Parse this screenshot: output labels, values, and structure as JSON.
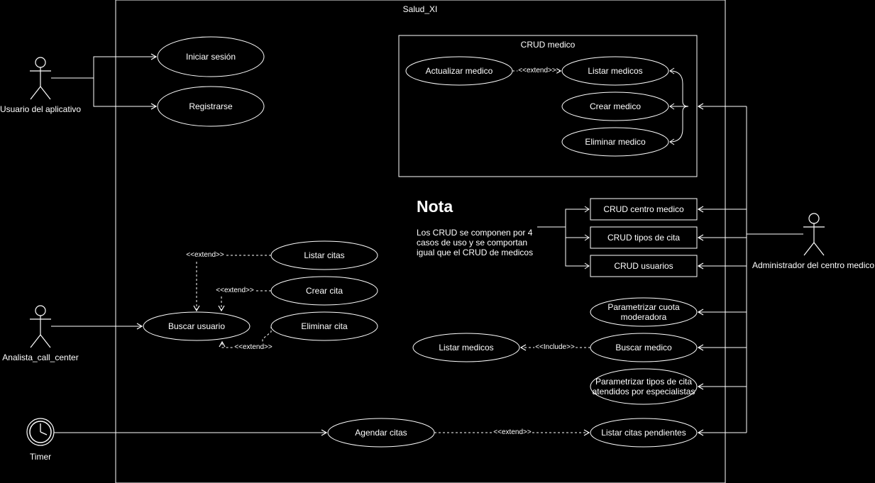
{
  "system": {
    "title": "Salud_XI"
  },
  "package": {
    "title": "CRUD medico"
  },
  "actors": {
    "usuario": "Usuario del aplicativo",
    "analista": "Analista_call_center",
    "timer": "Timer",
    "admin": "Administrador del centro medico"
  },
  "use_cases": {
    "iniciar_sesion": "Iniciar sesión",
    "registrarse": "Registrarse",
    "actualizar_medico": "Actualizar medico",
    "listar_medicos_pkg": "Listar medicos",
    "crear_medico": "Crear medico",
    "eliminar_medico": "Eliminar medico",
    "listar_citas": "Listar citas",
    "crear_cita": "Crear cita",
    "eliminar_cita": "Eliminar cita",
    "buscar_usuario": "Buscar usuario",
    "crud_centro": "CRUD centro medico",
    "crud_tipos": "CRUD tipos de cita",
    "crud_usuarios": "CRUD usuarios",
    "param_cuota": "Parametrizar cuota moderadora",
    "buscar_medico": "Buscar medico",
    "listar_medicos": "Listar medicos",
    "param_tipos": "Parametrizar tipos de cita atendidos por especialistas",
    "agendar_citas": "Agendar citas",
    "listar_pendientes": "Listar citas pendientes"
  },
  "relations": {
    "extend_medico": "<<extend>>",
    "extend_listar": "<<extend>>",
    "extend_crear": "<<extend>>",
    "extend_eliminar": "<<extend>>",
    "include_buscar": "<<Include>>",
    "extend_agendar": "<<extend>>"
  },
  "note": {
    "title": "Nota",
    "body": "Los CRUD se componen por 4 casos de uso y se comportan igual que el CRUD de medicos"
  }
}
